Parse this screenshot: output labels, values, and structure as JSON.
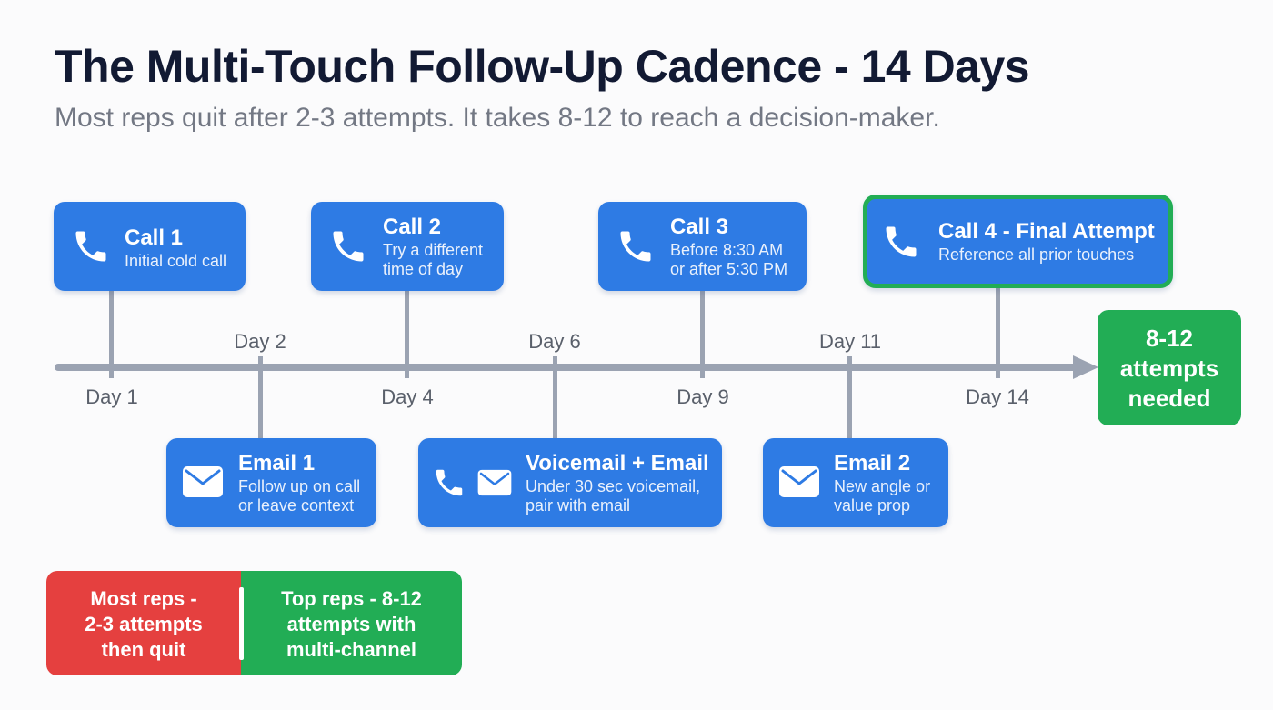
{
  "title": "The Multi-Touch Follow-Up Cadence - 14 Days",
  "subtitle": "Most reps quit after 2-3 attempts. It takes 8-12 to reach a decision-maker.",
  "days": {
    "d1": "Day 1",
    "d2": "Day 2",
    "d4": "Day 4",
    "d6": "Day 6",
    "d9": "Day 9",
    "d11": "Day 11",
    "d14": "Day 14"
  },
  "touches": {
    "call1": {
      "title": "Call 1",
      "desc": "Initial cold call",
      "icon": "phone-icon"
    },
    "email1": {
      "title": "Email 1",
      "desc": "Follow up on call\nor leave context",
      "icon": "envelope-icon"
    },
    "call2": {
      "title": "Call 2",
      "desc": "Try a different\ntime of day",
      "icon": "phone-icon"
    },
    "vm": {
      "title": "Voicemail + Email",
      "desc": "Under 30 sec voicemail,\npair with email",
      "icon": "phone-icon"
    },
    "call3": {
      "title": "Call 3",
      "desc": "Before 8:30 AM\nor after 5:30 PM",
      "icon": "phone-icon"
    },
    "email2": {
      "title": "Email 2",
      "desc": "New angle or\nvalue prop",
      "icon": "envelope-icon"
    },
    "call4": {
      "title": "Call 4 - Final Attempt",
      "desc": "Reference all prior touches",
      "icon": "phone-icon"
    }
  },
  "goal": "8-12\nattempts\nneeded",
  "comparison": {
    "most": "Most reps -\n2-3 attempts\nthen quit",
    "top": "Top reps - 8-12\nattempts with\nmulti-channel"
  },
  "colors": {
    "card_blue": "#2e7be4",
    "success_green": "#22ad55",
    "warning_red": "#e5403f",
    "axis_gray": "#9ba3b2",
    "title_navy": "#121a33"
  }
}
